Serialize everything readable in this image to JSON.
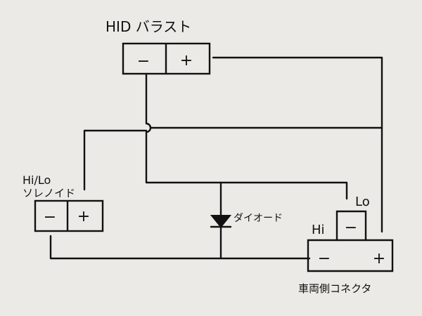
{
  "labels": {
    "ballast": "HID バラスト",
    "solenoid_line1": "Hi/Lo",
    "solenoid_line2": "ソレノイド",
    "diode": "ダイオード",
    "lo": "Lo",
    "hi": "Hi",
    "connector": "車両側コネクタ"
  },
  "terminals": {
    "ballast_minus": "−",
    "ballast_plus": "+",
    "solenoid_minus": "−",
    "solenoid_plus": "+",
    "lo_minus": "−",
    "connector_minus": "−",
    "connector_plus": "+"
  },
  "colors": {
    "ink": "#111111",
    "paper": "#eceae6"
  }
}
